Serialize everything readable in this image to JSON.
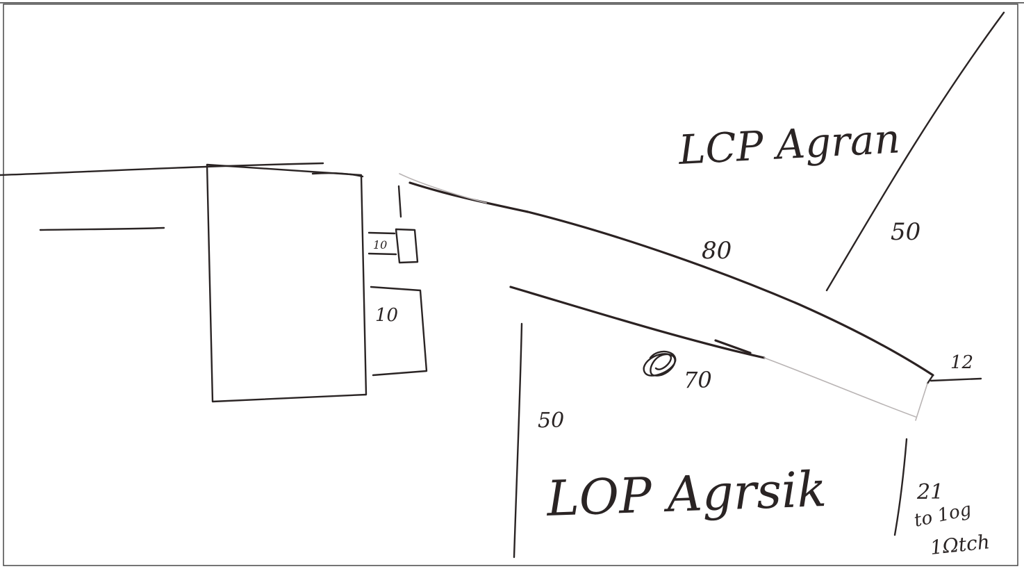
{
  "sketch": {
    "labels": {
      "upper_area": "LCP Agran",
      "lower_area": "LOP Agrsik",
      "top_road_length": "80",
      "lower_road_length": "70",
      "diagonal_length": "50",
      "left_wall_length": "50",
      "end_width": "12",
      "small_box_width": "10",
      "bottom_box_width": "10",
      "note_line_1": "21",
      "note_line_2": "to 1og",
      "note_line_3": "1Ωtch"
    },
    "colors": {
      "ink": "#2a2424",
      "paper": "#ffffff",
      "faint_ink": "#b9b4b4"
    }
  }
}
